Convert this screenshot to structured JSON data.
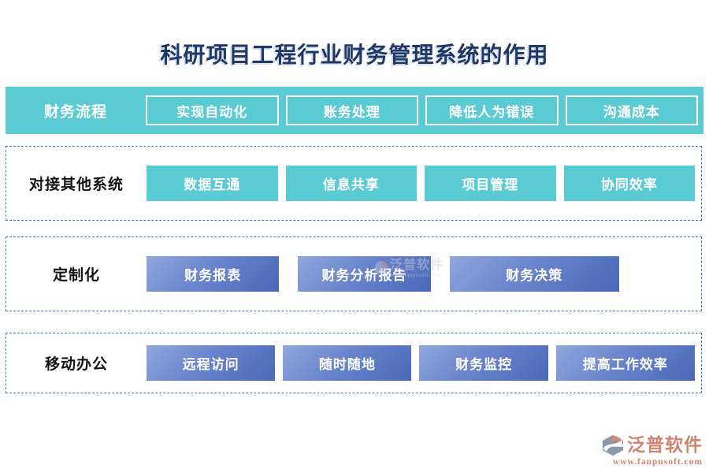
{
  "title": "科研项目工程行业财务管理系统的作用",
  "rows": [
    {
      "label": "财务流程",
      "buttons": [
        "实现自动化",
        "账务处理",
        "降低人为错误",
        "沟通成本"
      ]
    },
    {
      "label": "对接其他系统",
      "buttons": [
        "数据互通",
        "信息共享",
        "项目管理",
        "协同效率"
      ]
    },
    {
      "label": "定制化",
      "buttons": [
        "财务报表",
        "财务分析报告",
        "财务决策"
      ]
    },
    {
      "label": "移动办公",
      "buttons": [
        "远程访问",
        "随时随地",
        "财务监控",
        "提高工作效率"
      ]
    }
  ],
  "watermark": {
    "text": "泛普软件",
    "subtext": "www.fanpusoft.com"
  },
  "logo": {
    "name": "泛普软件",
    "url": "www.fanpusoft.com"
  },
  "colors": {
    "teal": "#5BCBD3",
    "dashed_border": "#4472C4",
    "blue_gradient_start": "#8FA6DD",
    "blue_gradient_end": "#4A68B8",
    "title_navy": "#1F3864",
    "label_black": "#141414",
    "logo_salmon": "#CE8470",
    "logo_gray_blue": "#8A98A9"
  }
}
